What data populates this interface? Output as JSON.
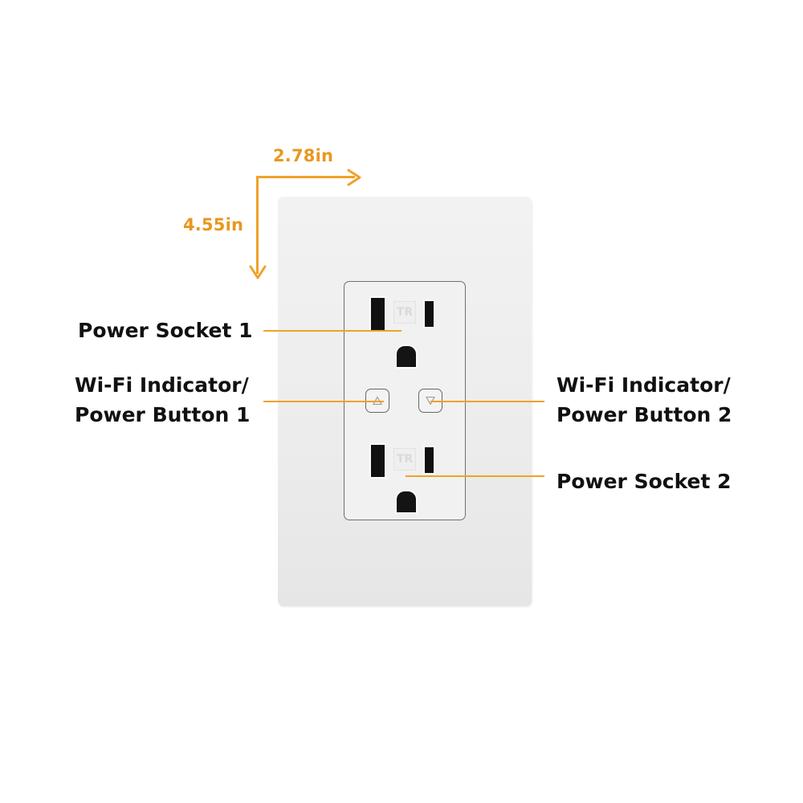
{
  "dimensions": {
    "width_label": "2.78in",
    "height_label": "4.55in"
  },
  "callouts": {
    "power_socket_1": "Power Socket 1",
    "wifi_button_1_line1": "Wi-Fi Indicator/",
    "wifi_button_1_line2": "Power Button 1",
    "wifi_button_2_line1": "Wi-Fi Indicator/",
    "wifi_button_2_line2": "Power Button 2",
    "power_socket_2": "Power Socket 2"
  },
  "device": {
    "tr_mark": "TR",
    "button_1_icon": "triangle-up-icon",
    "button_2_icon": "triangle-down-icon"
  },
  "colors": {
    "accent": "#f0a22a",
    "dimension_text": "#e8971f",
    "label_text": "#111111",
    "plate": "#eeeeee"
  }
}
